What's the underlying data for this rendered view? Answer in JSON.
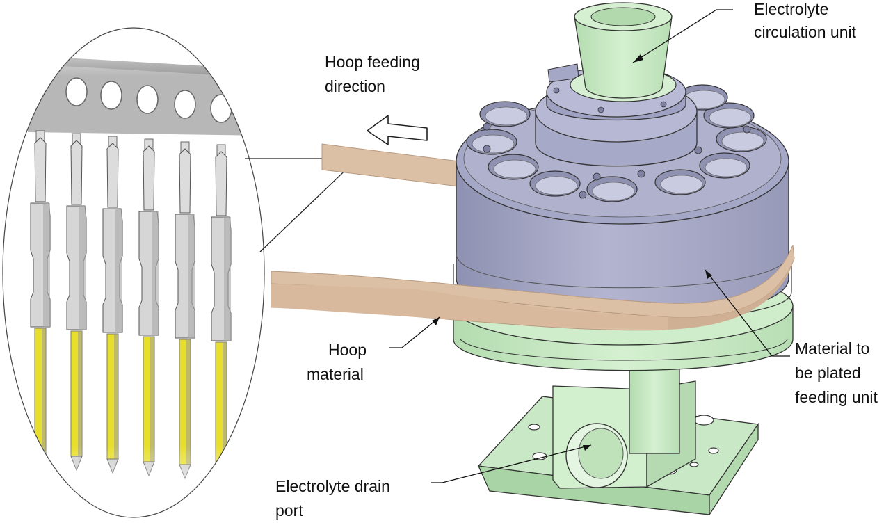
{
  "labels": {
    "circulation": [
      "Electrolyte",
      "circulation unit"
    ],
    "hoop_direction": [
      "Hoop feeding",
      "direction"
    ],
    "hoop_material": [
      "Hoop",
      "material"
    ],
    "feeding_unit": [
      "Material to",
      "be plated",
      "feeding unit"
    ],
    "drain_port": [
      "Electrolyte drain",
      "port"
    ]
  },
  "colors": {
    "green_body": "#cfeccb",
    "green_shadow": "#a9d4a5",
    "purple_body": "#a9abc8",
    "purple_light": "#c4c6de",
    "purple_dark": "#8d8fb0",
    "hoop": "#dcc0a6",
    "pin_grey": "#dcdcdc",
    "pin_gold": "#e8df2c",
    "outline": "#333333"
  }
}
